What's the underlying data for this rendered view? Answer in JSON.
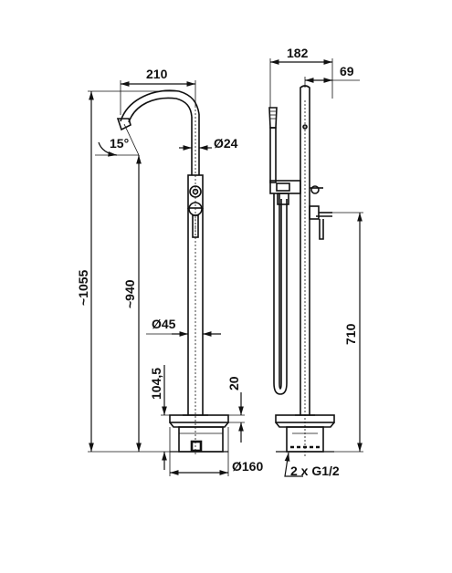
{
  "dimensions": {
    "spout_reach": "210",
    "spout_angle": "15°",
    "spout_diameter": "Ø24",
    "total_height": "~1055",
    "spout_height": "~940",
    "column_diameter": "Ø45",
    "base_height": "104,5",
    "base_plate_height": "20",
    "base_diameter": "Ø160",
    "side_depth": "182",
    "side_offset": "69",
    "handle_height": "710",
    "connections": "2 x G1/2"
  }
}
